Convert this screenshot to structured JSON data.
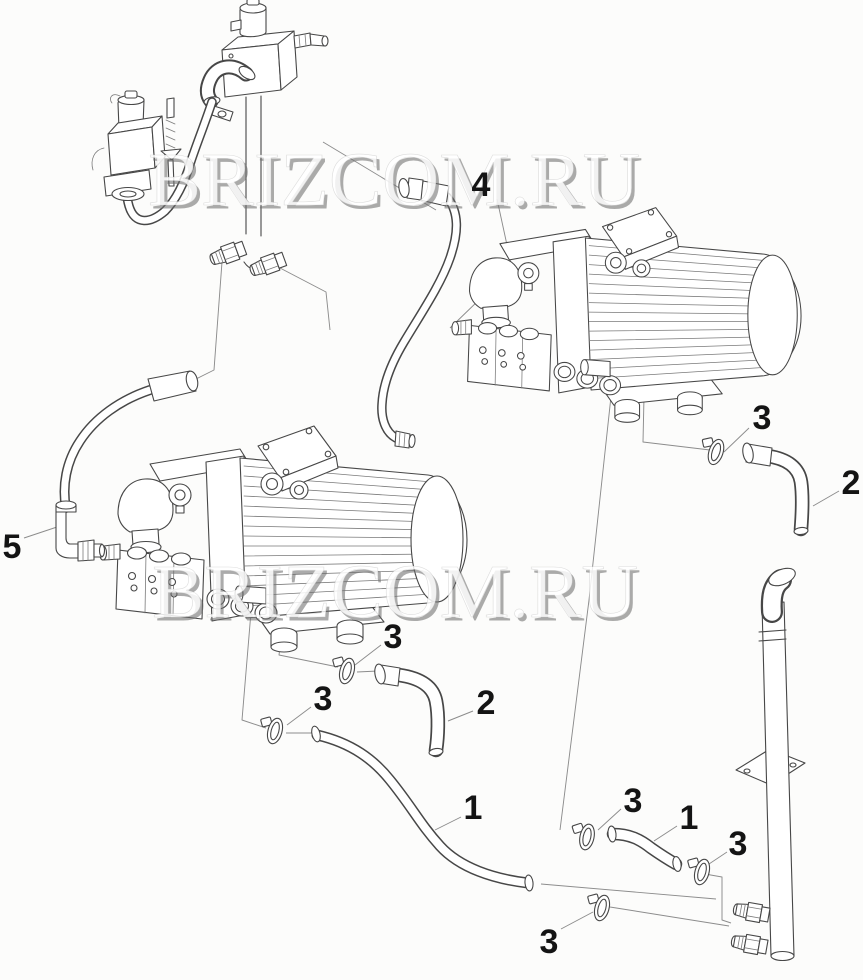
{
  "diagram": {
    "watermarks": [
      {
        "text": "BRIZCOM.RU"
      },
      {
        "text": "BRIZCOM.RU"
      }
    ],
    "callouts": [
      {
        "label": "4"
      },
      {
        "label": "5"
      },
      {
        "label": "3"
      },
      {
        "label": "2"
      },
      {
        "label": "3"
      },
      {
        "label": "3"
      },
      {
        "label": "2"
      },
      {
        "label": "1"
      },
      {
        "label": "3"
      },
      {
        "label": "1"
      },
      {
        "label": "3"
      },
      {
        "label": "3"
      }
    ]
  }
}
